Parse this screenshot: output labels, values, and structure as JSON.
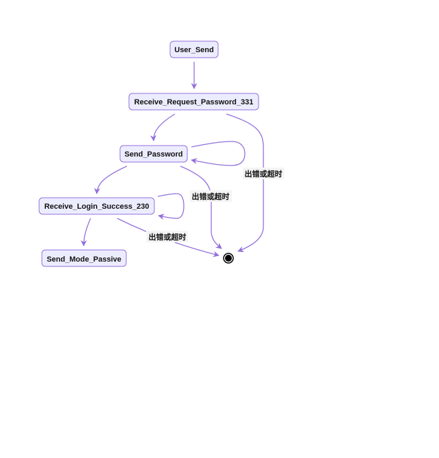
{
  "states": {
    "user_send": "User_Send",
    "receive_request_password": "Receive_Request_Password_331",
    "send_password": "Send_Password",
    "receive_login_success": "Receive_Login_Success_230",
    "send_mode_passive": "Send_Mode_Passive"
  },
  "edge_labels": {
    "rrp_to_end": "出错或超时",
    "sp_to_end": "出错或超时",
    "rls_to_end": "出错或超时"
  },
  "colors": {
    "node_fill": "#ECECFF",
    "node_stroke": "#9370DB",
    "edge": "#9370DB",
    "end_state": "#000000"
  }
}
